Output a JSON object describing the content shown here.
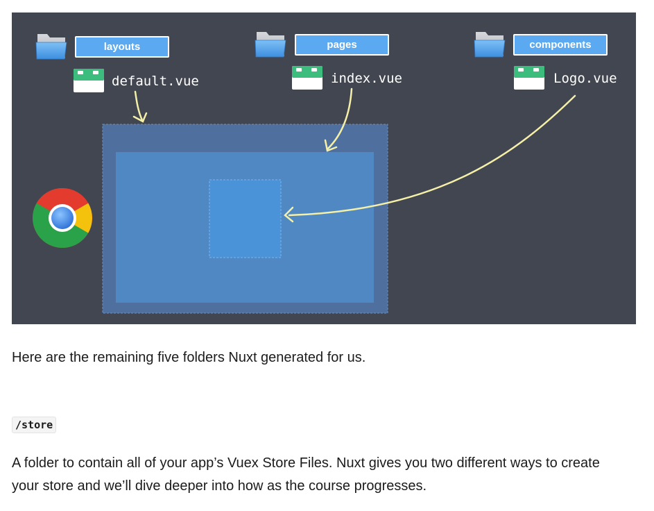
{
  "diagram": {
    "folders": [
      {
        "label": "layouts",
        "file": "default.vue"
      },
      {
        "label": "pages",
        "file": "index.vue"
      },
      {
        "label": "components",
        "file": "Logo.vue"
      }
    ],
    "colors": {
      "background": "#424650",
      "folder_label": "#5baaf1",
      "layout_box": "#4f6f9f",
      "page_box": "#5088c4",
      "component_box": "#4a93d9",
      "arrow": "#f5f0a8",
      "file_icon_green": "#3dbd7d"
    },
    "icons": [
      "folder-icon",
      "vue-file-icon",
      "chrome-icon"
    ]
  },
  "article": {
    "intro": "Here are the remaining five folders Nuxt generated for us.",
    "section_code": "/store",
    "section_body": "A folder to contain all of your app’s Vuex Store Files. Nuxt gives you two different ways to create your store and we’ll dive deeper into how as the course progresses."
  }
}
